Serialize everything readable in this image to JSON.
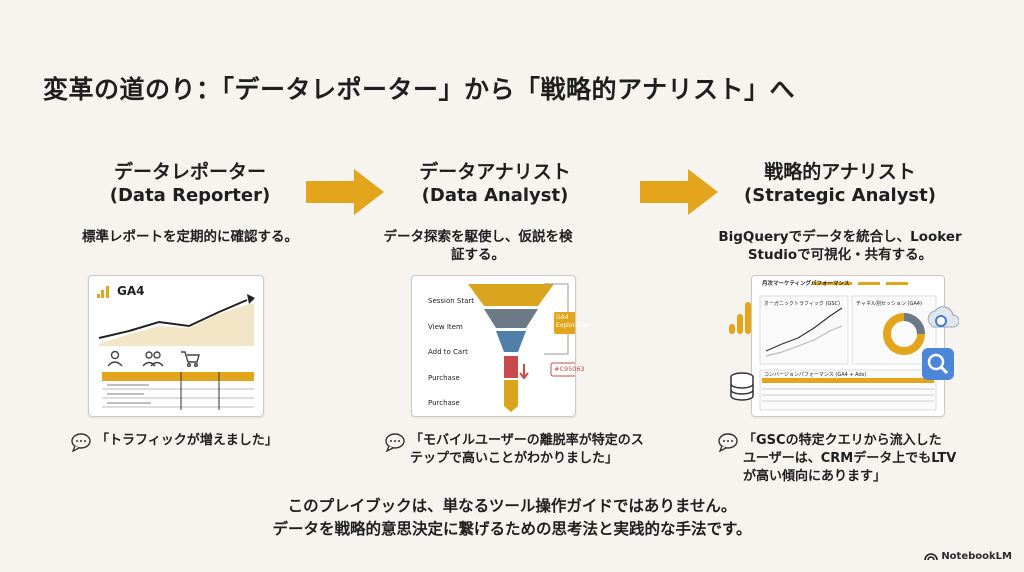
{
  "title": "変革の道のり：「データレポーター」から「戦略的アナリスト」へ",
  "stages": [
    {
      "name": "データレポーター",
      "en": "(Data Reporter)",
      "desc": "標準レポートを定期的に確認する。",
      "card": {
        "label": "GA4"
      },
      "quote": "「トラフィックが増えました」"
    },
    {
      "name": "データアナリスト",
      "en": "(Data Analyst)",
      "desc": "データ探索を駆使し、仮説を検証する。",
      "card": {
        "funnel_steps": [
          "Session Start",
          "View Item",
          "Add to Cart",
          "Purchase",
          "Purchase"
        ],
        "callout_label_1": "GA4",
        "callout_label_2": "Exploration",
        "tag": "#C95063"
      },
      "quote": "「モバイルユーザーの離脱率が特定のステップで高いことがわかりました」"
    },
    {
      "name": "戦略的アナリスト",
      "en": "(Strategic Analyst)",
      "desc_line1": "BigQueryでデータを統合し、Looker",
      "desc_line2": "Studioで可視化・共有する。",
      "card": {
        "heading": "月次マーケティングパフォーマンス",
        "panel_left": "オーガニックトラフィック (GSC)",
        "panel_right": "チャネル別セッション (GA4)",
        "table_title": "コンバージョンパフォーマンス (GA4 + Ads)"
      },
      "quote_line1": "「GSCの特定クエリから流入した",
      "quote_line2": "ユーザーは、CRMデータ上でもLTV",
      "quote_line3": "が高い傾向にあります」"
    }
  ],
  "bottom_line1": "このプレイブックは、単なるツール操作ガイドではありません。",
  "bottom_line2": "データを戦略的意思決定に繋げるための思考法と実践的な手法です。",
  "brand": "NotebookLM",
  "colors": {
    "accent": "#e3a51c",
    "funnel_dark": "#d9a51e",
    "funnel_mid": "#6b7a86",
    "funnel_blue": "#4f7fa8",
    "funnel_red": "#c84b4b"
  }
}
